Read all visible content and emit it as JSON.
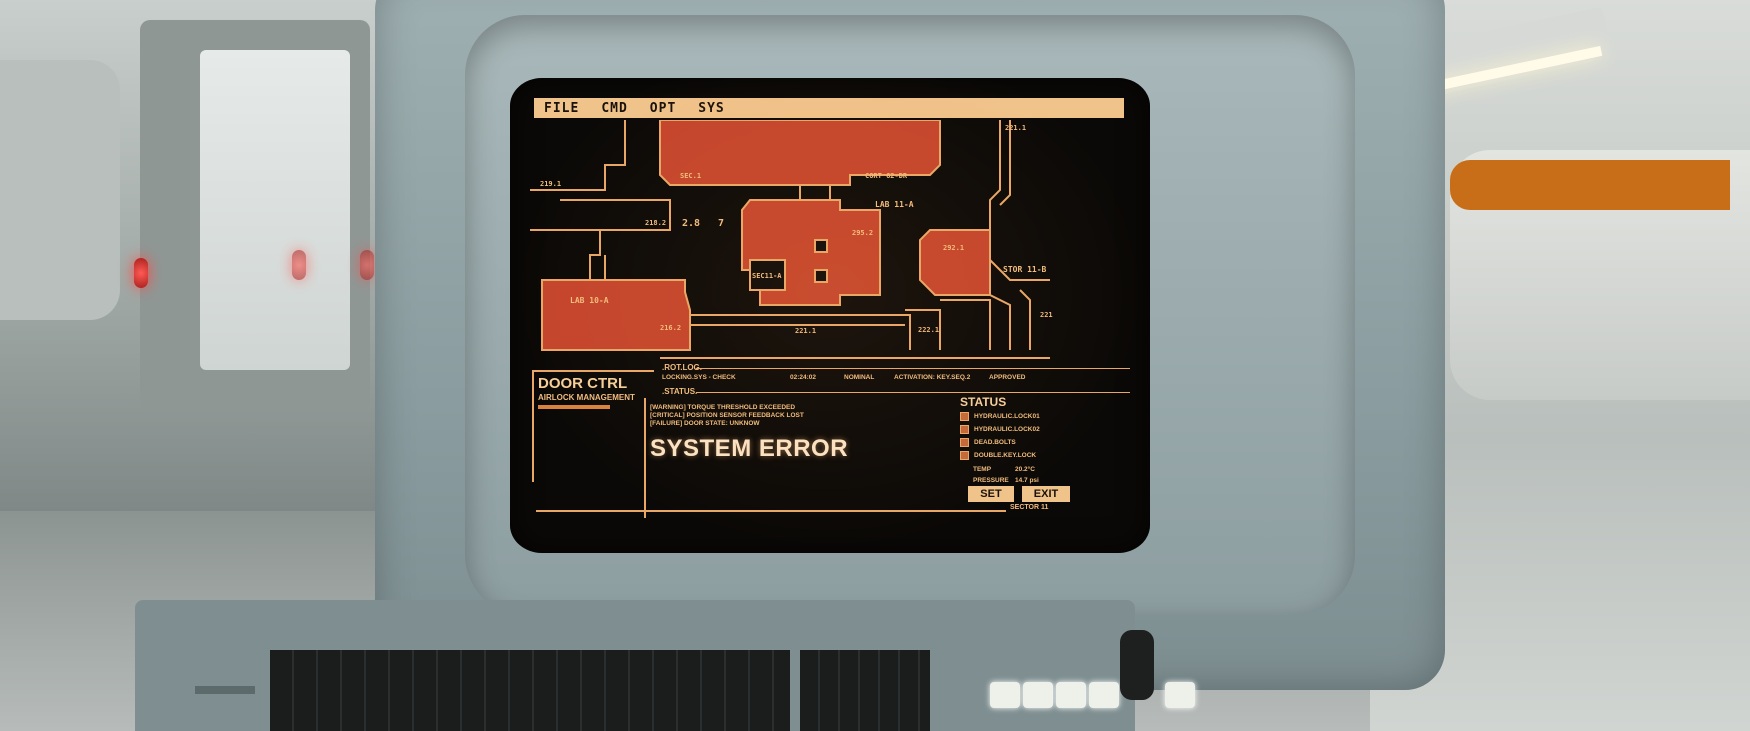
{
  "menu": [
    "FILE",
    "CMD",
    "OPT",
    "SYS"
  ],
  "map": {
    "cort": "CORT 62-DR",
    "sec_top": "SEC.1",
    "label_219": "219.1",
    "label_218": "218.2",
    "num_a": "2.8",
    "num_b": "7",
    "lab11": "LAB 11-A",
    "r_295": "295.2",
    "sec11": "SEC11-A",
    "lab10": "LAB 10-A",
    "r_216": "216.2",
    "r_221": "221.1",
    "r_222": "222.1",
    "r_292": "292.1",
    "stor": "STOR 11-B",
    "r_221r": "221",
    "r_221top": "221.1"
  },
  "log": {
    "header": ".ROT.LOG.",
    "row": {
      "event": "LOCKING.SYS - CHECK",
      "time": "02:24:02",
      "state": "NOMINAL",
      "activation": "ACTIVATION: KEY.SEQ.2",
      "result": "APPROVED"
    },
    "status_header": ".STATUS."
  },
  "door_ctrl": {
    "title": "DOOR CTRL",
    "subtitle": "AIRLOCK MANAGEMENT"
  },
  "warnings": [
    "[WARNING] TORQUE THRESHOLD EXCEEDED",
    "[CRITICAL] POSITION SENSOR FEEDBACK LOST",
    "[FAILURE] DOOR STATE: UNKNOW"
  ],
  "error_title": "SYSTEM ERROR",
  "status_panel": {
    "title": "STATUS",
    "items": [
      "HYDRAULIC.LOCK01",
      "HYDRAULIC.LOCK02",
      "DEAD.BOLTS",
      "DOUBLE.KEY.LOCK"
    ],
    "temp_label": "TEMP",
    "temp_value": "20.2°C",
    "pressure_label": "PRESSURE",
    "pressure_value": "14.7 psi"
  },
  "buttons": {
    "set": "SET",
    "exit": "EXIT"
  },
  "sector": "SECTOR 11",
  "colors": {
    "amber": "#f2bd7e",
    "room_red": "#c4452c",
    "menubar": "#f0c38a"
  }
}
